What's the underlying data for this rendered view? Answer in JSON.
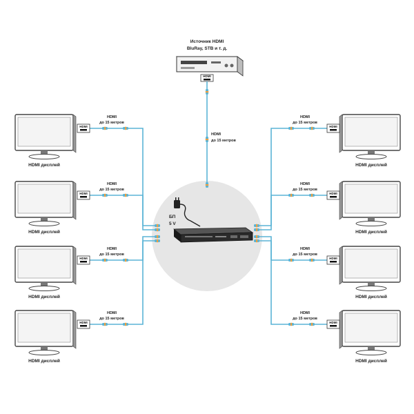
{
  "source": {
    "line1": "Источник HDMI",
    "line2": "BluRay, STB и т. д.",
    "port_label": "HDMI",
    "cable_line1": "HDMI",
    "cable_line2": "до 15 метров"
  },
  "power": {
    "line1": "БП",
    "line2": "5 V"
  },
  "displays": {
    "left": [
      {
        "label": "HDMI дисплей",
        "port": "HDMI",
        "cable_line1": "HDMI",
        "cable_line2": "до 15 метров"
      },
      {
        "label": "HDMI дисплей",
        "port": "HDMI",
        "cable_line1": "HDMI",
        "cable_line2": "до 15 метров"
      },
      {
        "label": "HDMI дисплей",
        "port": "HDMI",
        "cable_line1": "HDMI",
        "cable_line2": "до 15 метров"
      },
      {
        "label": "HDMI дисплей",
        "port": "HDMI",
        "cable_line1": "HDMI",
        "cable_line2": "до 15 метров"
      }
    ],
    "right": [
      {
        "label": "HDMI дисплей",
        "port": "HDMI",
        "cable_line1": "HDMI",
        "cable_line2": "до 15 метров"
      },
      {
        "label": "HDMI дисплей",
        "port": "HDMI",
        "cable_line1": "HDMI",
        "cable_line2": "до 15 метров"
      },
      {
        "label": "HDMI дисплей",
        "port": "HDMI",
        "cable_line1": "HDMI",
        "cable_line2": "до 15 метров"
      },
      {
        "label": "HDMI дисплей",
        "port": "HDMI",
        "cable_line1": "HDMI",
        "cable_line2": "до 15 метров"
      }
    ]
  },
  "colors": {
    "cable": "#5ab4d6",
    "connector_band": "#f0a040",
    "hub_circle": "#e6e6e6",
    "splitter_body": "#2b2b2b",
    "monitor_frame": "#444444",
    "monitor_screen": "#f4f4f4"
  },
  "icons": {
    "source_device": "blu-ray-player-icon",
    "splitter": "hdmi-splitter-icon",
    "power": "power-adapter-icon",
    "display": "monitor-icon"
  }
}
